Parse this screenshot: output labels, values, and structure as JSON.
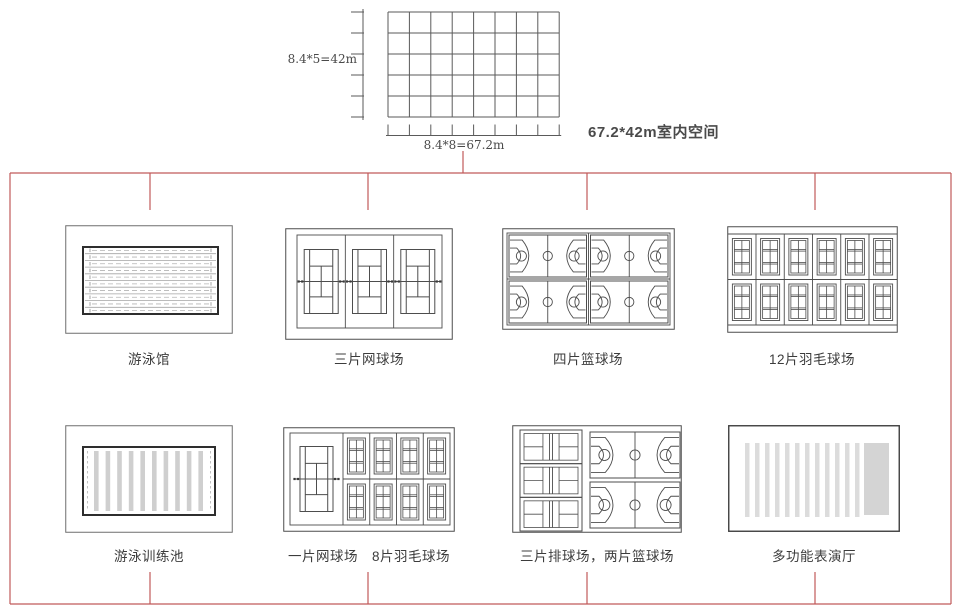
{
  "header": {
    "dim_vertical": "8.4*5=42m",
    "dim_horizontal": "8.4*8=67.2m",
    "space_title": "67.2*42m室内空间",
    "grid_cols": 8,
    "grid_rows": 5
  },
  "colors": {
    "accent_red": "#c05a5a",
    "line": "#4d4d4d",
    "pool_border": "#2e2e2e",
    "fill_light": "#dcdcdc"
  },
  "panels": [
    {
      "label": "游泳馆",
      "type": "pool-lanes-horizontal",
      "lanes": 10
    },
    {
      "label": "三片网球场",
      "type": "tennis-courts",
      "courts": 3
    },
    {
      "label": "四片篮球场",
      "type": "basketball-grid",
      "courts": 4
    },
    {
      "label": "12片羽毛球场",
      "type": "badminton-grid",
      "courts": 12
    },
    {
      "label": "游泳训练池",
      "type": "pool-lanes-vertical",
      "lanes": 10
    },
    {
      "label": "一片网球场　8片羽毛球场",
      "type": "tennis-plus-badminton",
      "tennis_courts": 1,
      "badminton_courts": 8
    },
    {
      "label": "三片排球场，两片篮球场",
      "type": "volleyball-plus-basketball",
      "volleyball_courts": 3,
      "basketball_courts": 2
    },
    {
      "label": "多功能表演厅",
      "type": "performance-hall",
      "seat_rows": 12
    }
  ]
}
